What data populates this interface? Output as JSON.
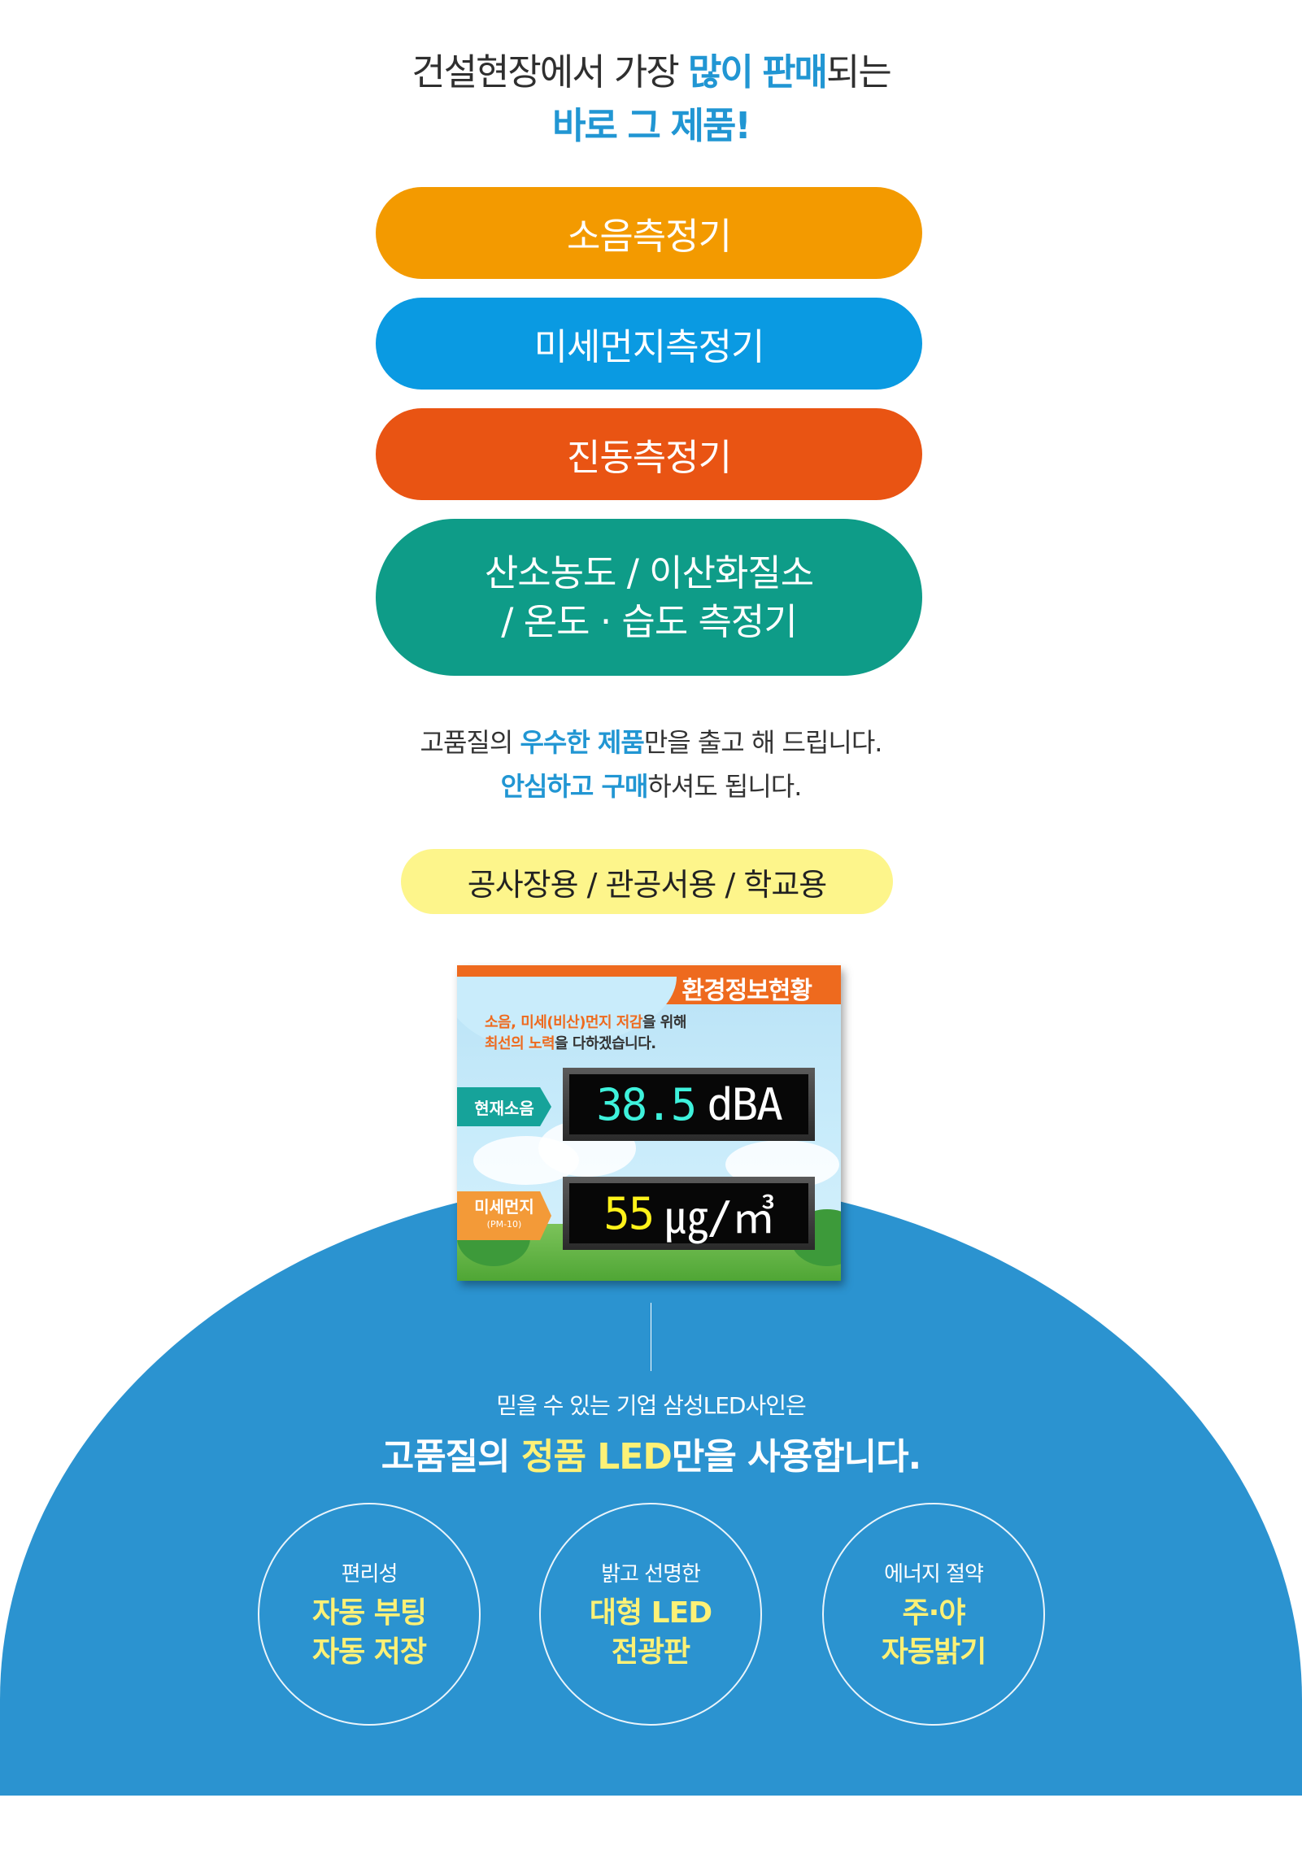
{
  "headline": {
    "line1_pre": "건설현장에서 가장 ",
    "line1_hl1": "많이",
    "line1_space": " ",
    "line1_hl2": "판매",
    "line1_post": "되는",
    "line2": "바로 그 제품!"
  },
  "products": [
    {
      "label": "소음측정기",
      "color": "#f39a00"
    },
    {
      "label": "미세먼지측정기",
      "color": "#0a9ae2"
    },
    {
      "label": "진동측정기",
      "color": "#e95413"
    },
    {
      "label_line1": "산소농도 / 이산화질소",
      "label_line2": "/ 온도 · 습도 측정기",
      "color": "#0e9c88"
    }
  ],
  "quality": {
    "line1_pre": "고품질의 ",
    "line1_hl": "우수한 제품",
    "line1_post": "만을 출고 해 드립니다.",
    "line2_hl": "안심하고 구매",
    "line2_post": "하셔도 됩니다."
  },
  "usage": "공사장용 / 관공서용 / 학교용",
  "sign": {
    "title": "환경정보현황",
    "msg1_hl": "소음, 미세(비산)먼지 저감",
    "msg1_post": "을 위해",
    "msg2_hl": "최선의 노력",
    "msg2_post": "을 다하겠습니다.",
    "noise_label": "현재소음",
    "noise_value": "38.5",
    "noise_unit": "dBA",
    "dust_label": "미세먼지",
    "dust_sub": "(PM-10)",
    "dust_value": "55",
    "dust_unit": "㎍/㎥"
  },
  "led": {
    "subtitle": "믿을 수 있는 기업 삼성LED사인은",
    "main_pre": "고품질의 ",
    "main_hl": "정품 LED",
    "main_post": "만을 사용합니다."
  },
  "features": [
    {
      "label": "편리성",
      "value": "자동 부팅\n자동 저장"
    },
    {
      "label": "밝고 선명한",
      "value": "대형 LED\n전광판"
    },
    {
      "label": "에너지 절약",
      "value": "주·야\n자동밝기"
    }
  ],
  "colors": {
    "accent_blue": "#2196d3",
    "dome_blue": "#2b93d0",
    "highlight_yellow": "#fdf176",
    "usage_pill": "#fdf58b"
  }
}
